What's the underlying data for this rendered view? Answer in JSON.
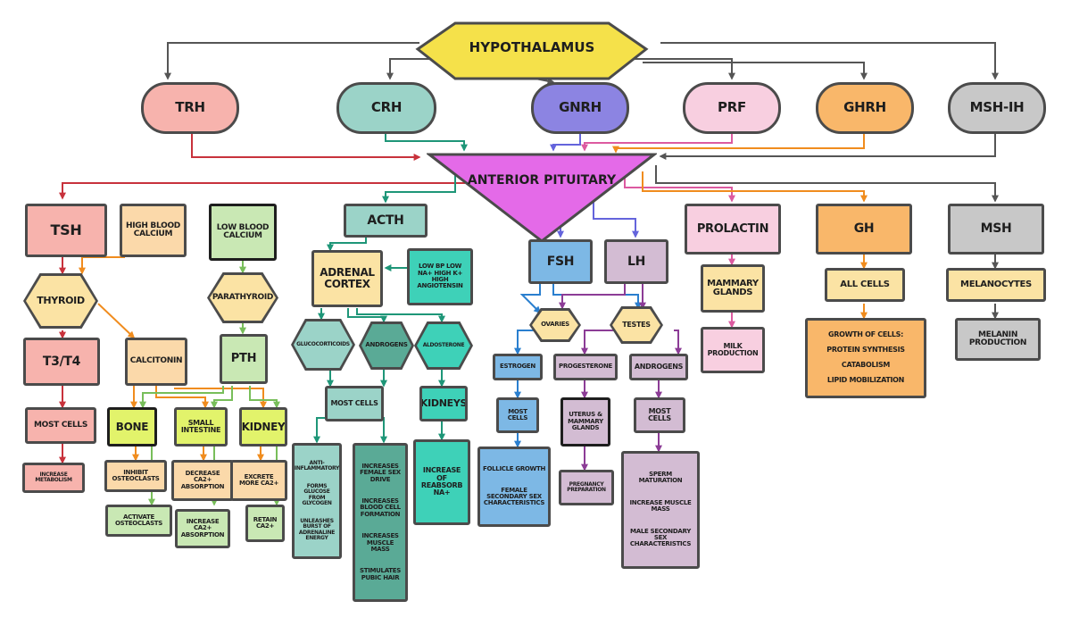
{
  "hypothalamus": "HYPOTHALAMUS",
  "anterior_pituitary": "ANTERIOR PITUITARY",
  "releasing_hormones": [
    "TRH",
    "CRH",
    "GNRH",
    "PRF",
    "GHRH",
    "MSH-IH"
  ],
  "tsh_branch": {
    "tsh": "TSH",
    "high_blood_calcium": "HIGH BLOOD CALCIUM",
    "low_blood_calcium": "LOW BLOOD CALCIUM",
    "thyroid": "THYROID",
    "parathyroid": "PARATHYROID",
    "t3_t4": "T3/T4",
    "calcitonin": "CALCITONIN",
    "pth": "PTH",
    "most_cells": "MOST CELLS",
    "bone": "BONE",
    "small_intestine": "SMALL INTESTINE",
    "kidney": "KIDNEY",
    "increase_metabolism": "INCREASE METABOLISM",
    "inhibit_osteoclasts": "INHIBIT OSTEOCLASTS",
    "decrease_ca_absorption": "DECREASE CA2+ ABSORPTION",
    "excrete_more_ca": "EXCRETE MORE CA2+",
    "activate_osteoclasts": "ACTIVATE OSTEOCLASTS",
    "increase_ca_absorption": "INCREASE CA2+ ABSORPTION",
    "retain_ca": "RETAIN CA2+"
  },
  "acth_branch": {
    "acth": "ACTH",
    "adrenal_cortex": "ADRENAL CORTEX",
    "low_bp": "LOW BP LOW NA+ HIGH K+ HIGH ANGIOTENSIN",
    "glucocorticoids": "GLUCOCORTICOIDS",
    "androgens": "ANDROGENS",
    "aldosterone": "ALDOSTERONE",
    "most_cells": "MOST CELLS",
    "kidneys": "KIDNEYS",
    "glucocorticoid_effects": [
      "ANTI-INFLAMMATORY",
      "FORMS GLUCOSE FROM GLYCOGEN",
      "UNLEASHES BURST OF ADRENALINE ENERGY"
    ],
    "androgen_effects": [
      "INCREASES FEMALE SEX DRIVE",
      "INCREASES BLOOD CELL FORMATION",
      "INCREASES MUSCLE MASS",
      "STIMULATES PUBIC HAIR"
    ],
    "kidney_effect": "INCREASE OF REABSORB NA+"
  },
  "gonad_branch": {
    "fsh": "FSH",
    "lh": "LH",
    "ovaries": "OVARIES",
    "testes": "TESTES",
    "estrogen": "ESTROGEN",
    "progesterone": "PROGESTERONE",
    "androgens": "ANDROGENS",
    "estrogen_target": "MOST CELLS",
    "progesterone_target": "UTERUS & MAMMARY GLANDS",
    "androgen_target": "MOST CELLS",
    "estrogen_effects": [
      "FOLLICLE GROWTH",
      "FEMALE SECONDARY SEX CHARACTERISTICS"
    ],
    "progesterone_effect": "PREGNANCY PREPARATION",
    "androgen_effects": [
      "SPERM MATURATION",
      "INCREASE MUSCLE MASS",
      "MALE SECONDARY SEX CHARACTERISTICS"
    ]
  },
  "prolactin_branch": {
    "prolactin": "PROLACTIN",
    "mammary_glands": "MAMMARY GLANDS",
    "milk_production": "MILK PRODUCTION"
  },
  "gh_branch": {
    "gh": "GH",
    "all_cells": "ALL CELLS",
    "growth_title": "GROWTH OF CELLS:",
    "growth_items": [
      "PROTEIN SYNTHESIS",
      "CATABOLISM",
      "LIPID MOBILIZATION"
    ]
  },
  "msh_branch": {
    "msh": "MSH",
    "melanocytes": "MELANOCYTES",
    "melanin_production": "MELANIN PRODUCTION"
  },
  "colors": {
    "stroke": "#4b4b4b",
    "hypothalamus": "#f5e14a",
    "pituitary": "#e46ae8",
    "salmon": "#f7b3ad",
    "teal": "#9bd3c8",
    "dark_teal": "#5aaa96",
    "aqua": "#3ed1b8",
    "violet": "#8c84e2",
    "pink": "#f8cfe0",
    "orange": "#f9b76a",
    "gray": "#c8c8c8",
    "peach": "#fbd9aa",
    "cream": "#fbe3a4",
    "light_green": "#c9e8b4",
    "lime": "#e2f36b",
    "blue": "#7db8e5",
    "mauve": "#d3bcd3"
  }
}
